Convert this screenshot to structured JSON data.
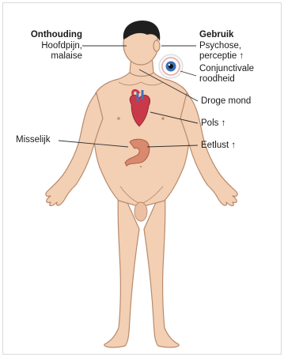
{
  "left_group": {
    "heading": "Onthouding",
    "item1_line1": "Hoofdpijn,",
    "item1_line2": "malaise",
    "item2": "Misselijk"
  },
  "right_group": {
    "heading": "Gebruik",
    "item1_line1": "Psychose,",
    "item1_line2": "perceptie ↑",
    "item2_line1": "Conjunctivale",
    "item2_line2": "roodheid",
    "item3": "Droge mond",
    "item4": "Pols ↑",
    "item5": "Eetlust ↑"
  },
  "colors": {
    "skin": "#f3cfb3",
    "skin_outline": "#b98a6c",
    "hair": "#1f1f1f",
    "heart": "#c8394a",
    "vessel_blue": "#4a6fb5",
    "stomach": "#d9896d",
    "leader_line": "#333333"
  }
}
